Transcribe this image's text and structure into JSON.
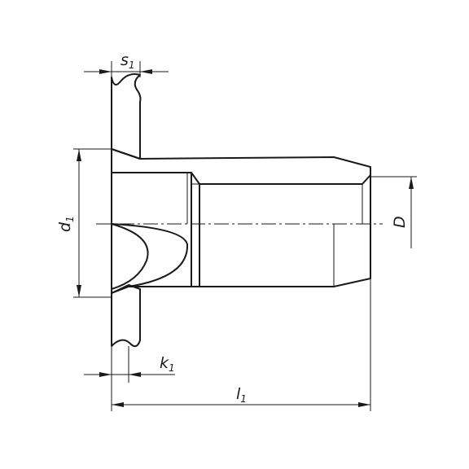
{
  "drawing": {
    "labels": {
      "s1": {
        "main": "s",
        "sub": "1"
      },
      "d1": {
        "main": "d",
        "sub": "1"
      },
      "k1": {
        "main": "k",
        "sub": "1"
      },
      "l1": {
        "main": "l",
        "sub": "1"
      },
      "D": {
        "main": "D"
      }
    }
  }
}
